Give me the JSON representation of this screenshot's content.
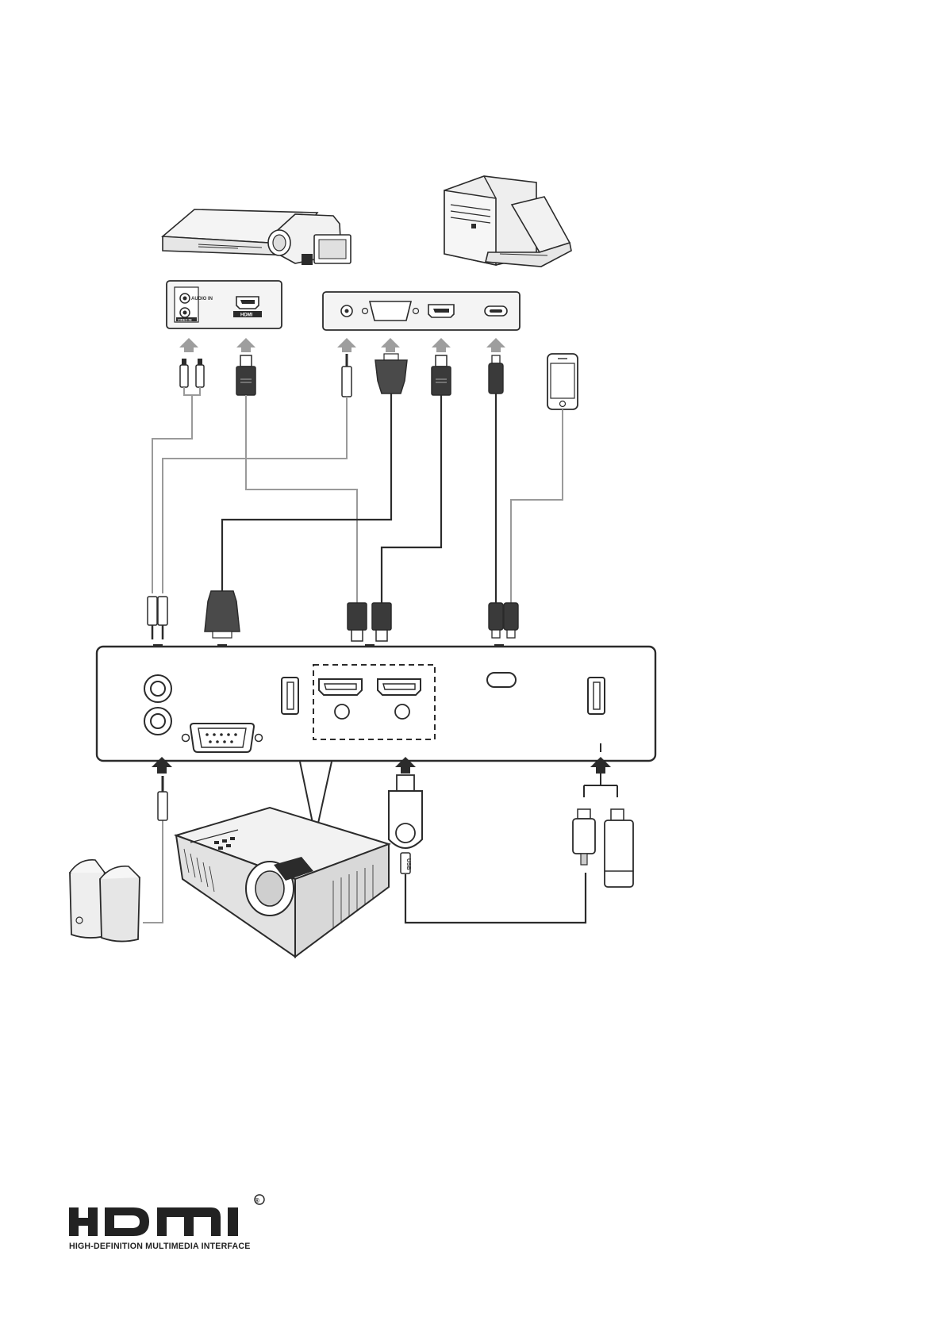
{
  "source_panels": {
    "av_panel": {
      "port_label_1": "AUDIO IN",
      "port_label_2": "VIDEO IN",
      "hdmi_label": "HDMI"
    },
    "pc_panel": {
      "ports": [
        "audio-out",
        "vga",
        "hdmi",
        "usb-c"
      ]
    }
  },
  "hub": {
    "usb_label": "USB"
  },
  "logo": {
    "wordmark": "HDMI",
    "subtitle": "HIGH-DEFINITION MULTIMEDIA INTERFACE",
    "registered": "®"
  },
  "colors": {
    "dark": "#2b2b2b",
    "gray_cable": "#9a9a9a",
    "arrow_gray": "#9e9e9e",
    "device_fill": "#f2f2f2",
    "panel_fill": "#f4f4f4"
  }
}
